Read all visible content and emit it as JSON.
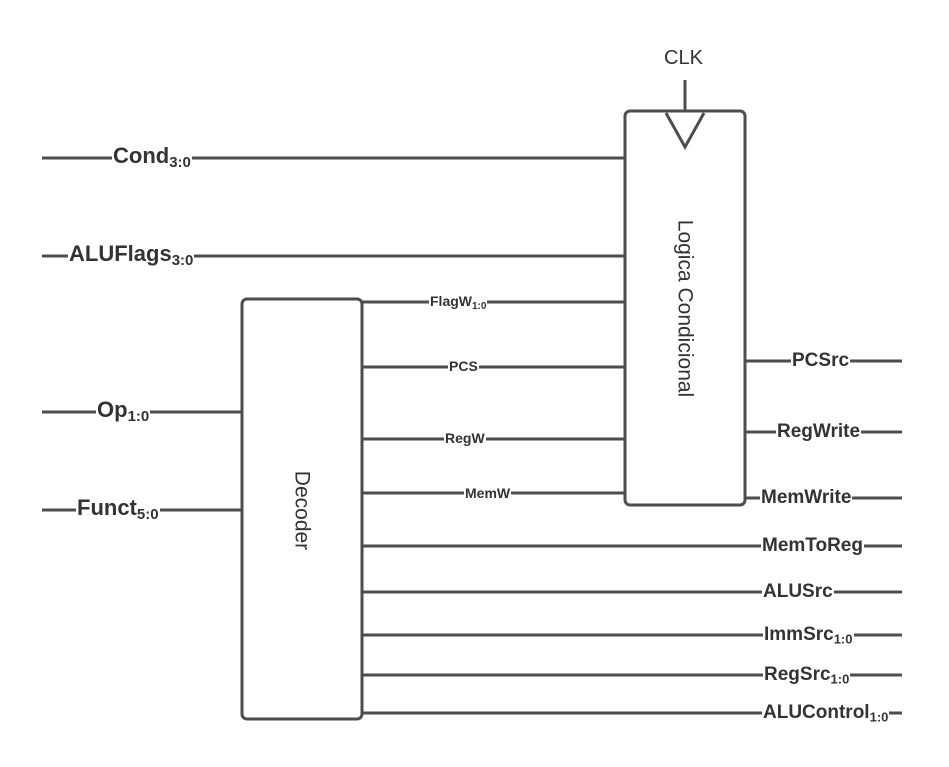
{
  "blocks": {
    "decoder": "Decoder",
    "cond_logic": "Logica Condicional"
  },
  "clock": "CLK",
  "inputs": {
    "cond": {
      "name": "Cond",
      "sub": "3:0"
    },
    "aluflags": {
      "name": "ALUFlags",
      "sub": "3:0"
    },
    "op": {
      "name": "Op",
      "sub": "1:0"
    },
    "funct": {
      "name": "Funct",
      "sub": "5:0"
    }
  },
  "internal": {
    "flagw": {
      "name": "FlagW",
      "sub": "1:0"
    },
    "pcs": {
      "name": "PCS"
    },
    "regw": {
      "name": "RegW"
    },
    "memw": {
      "name": "MemW"
    }
  },
  "outputs": {
    "pcsrc": {
      "name": "PCSrc"
    },
    "regwrite": {
      "name": "RegWrite"
    },
    "memwrite": {
      "name": "MemWrite"
    },
    "memtoreg": {
      "name": "MemToReg"
    },
    "alusrc": {
      "name": "ALUSrc"
    },
    "immsrc": {
      "name": "ImmSrc",
      "sub": "1:0"
    },
    "regsrc": {
      "name": "RegSrc",
      "sub": "1:0"
    },
    "alucontrol": {
      "name": "ALUControl",
      "sub": "1:0"
    }
  },
  "colors": {
    "stroke": "#4d4d4d",
    "text": "#333333",
    "background": "#ffffff"
  }
}
